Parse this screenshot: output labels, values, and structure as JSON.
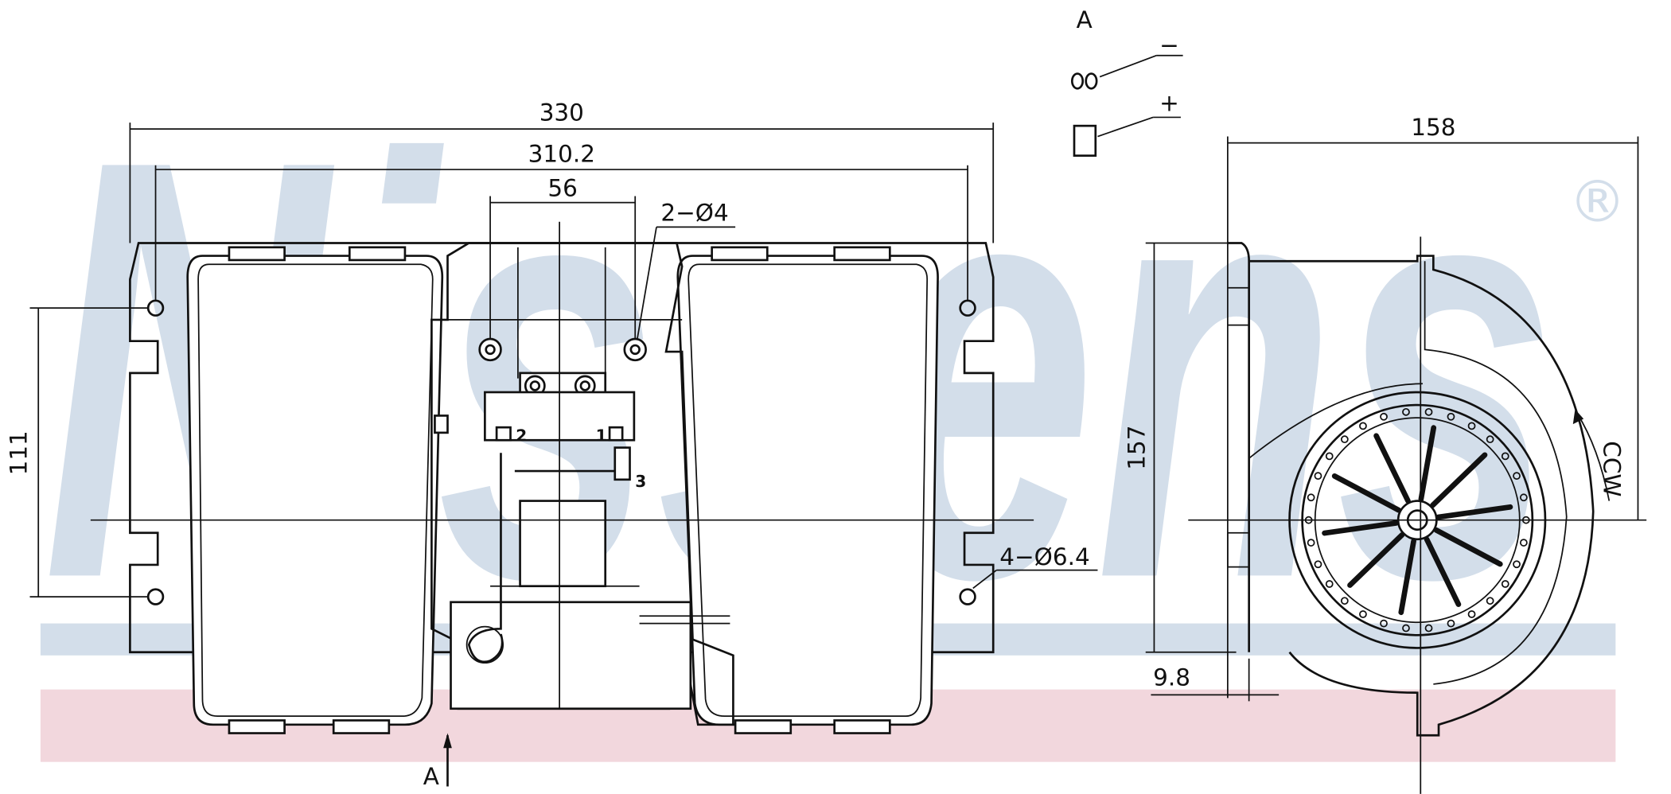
{
  "watermark": {
    "brand": "Nissens",
    "registered": "®",
    "band_colors": {
      "blue": "#d3deea",
      "pink": "#f2d7dd"
    }
  },
  "front_view": {
    "overall_width": "330",
    "hole_spacing": "310.2",
    "center_spacing": "56",
    "small_holes": "2−Ø4",
    "height_spacing": "111",
    "mount_holes": "4−Ø6.4",
    "view_marker": "A",
    "terminals": {
      "t2": "2",
      "t1": "1",
      "t3": "3"
    }
  },
  "detail_a": {
    "title": "A",
    "minus": "−",
    "plus": "+"
  },
  "side_view": {
    "depth": "158",
    "height": "157",
    "flange": "9.8",
    "rotation": "CCW"
  }
}
